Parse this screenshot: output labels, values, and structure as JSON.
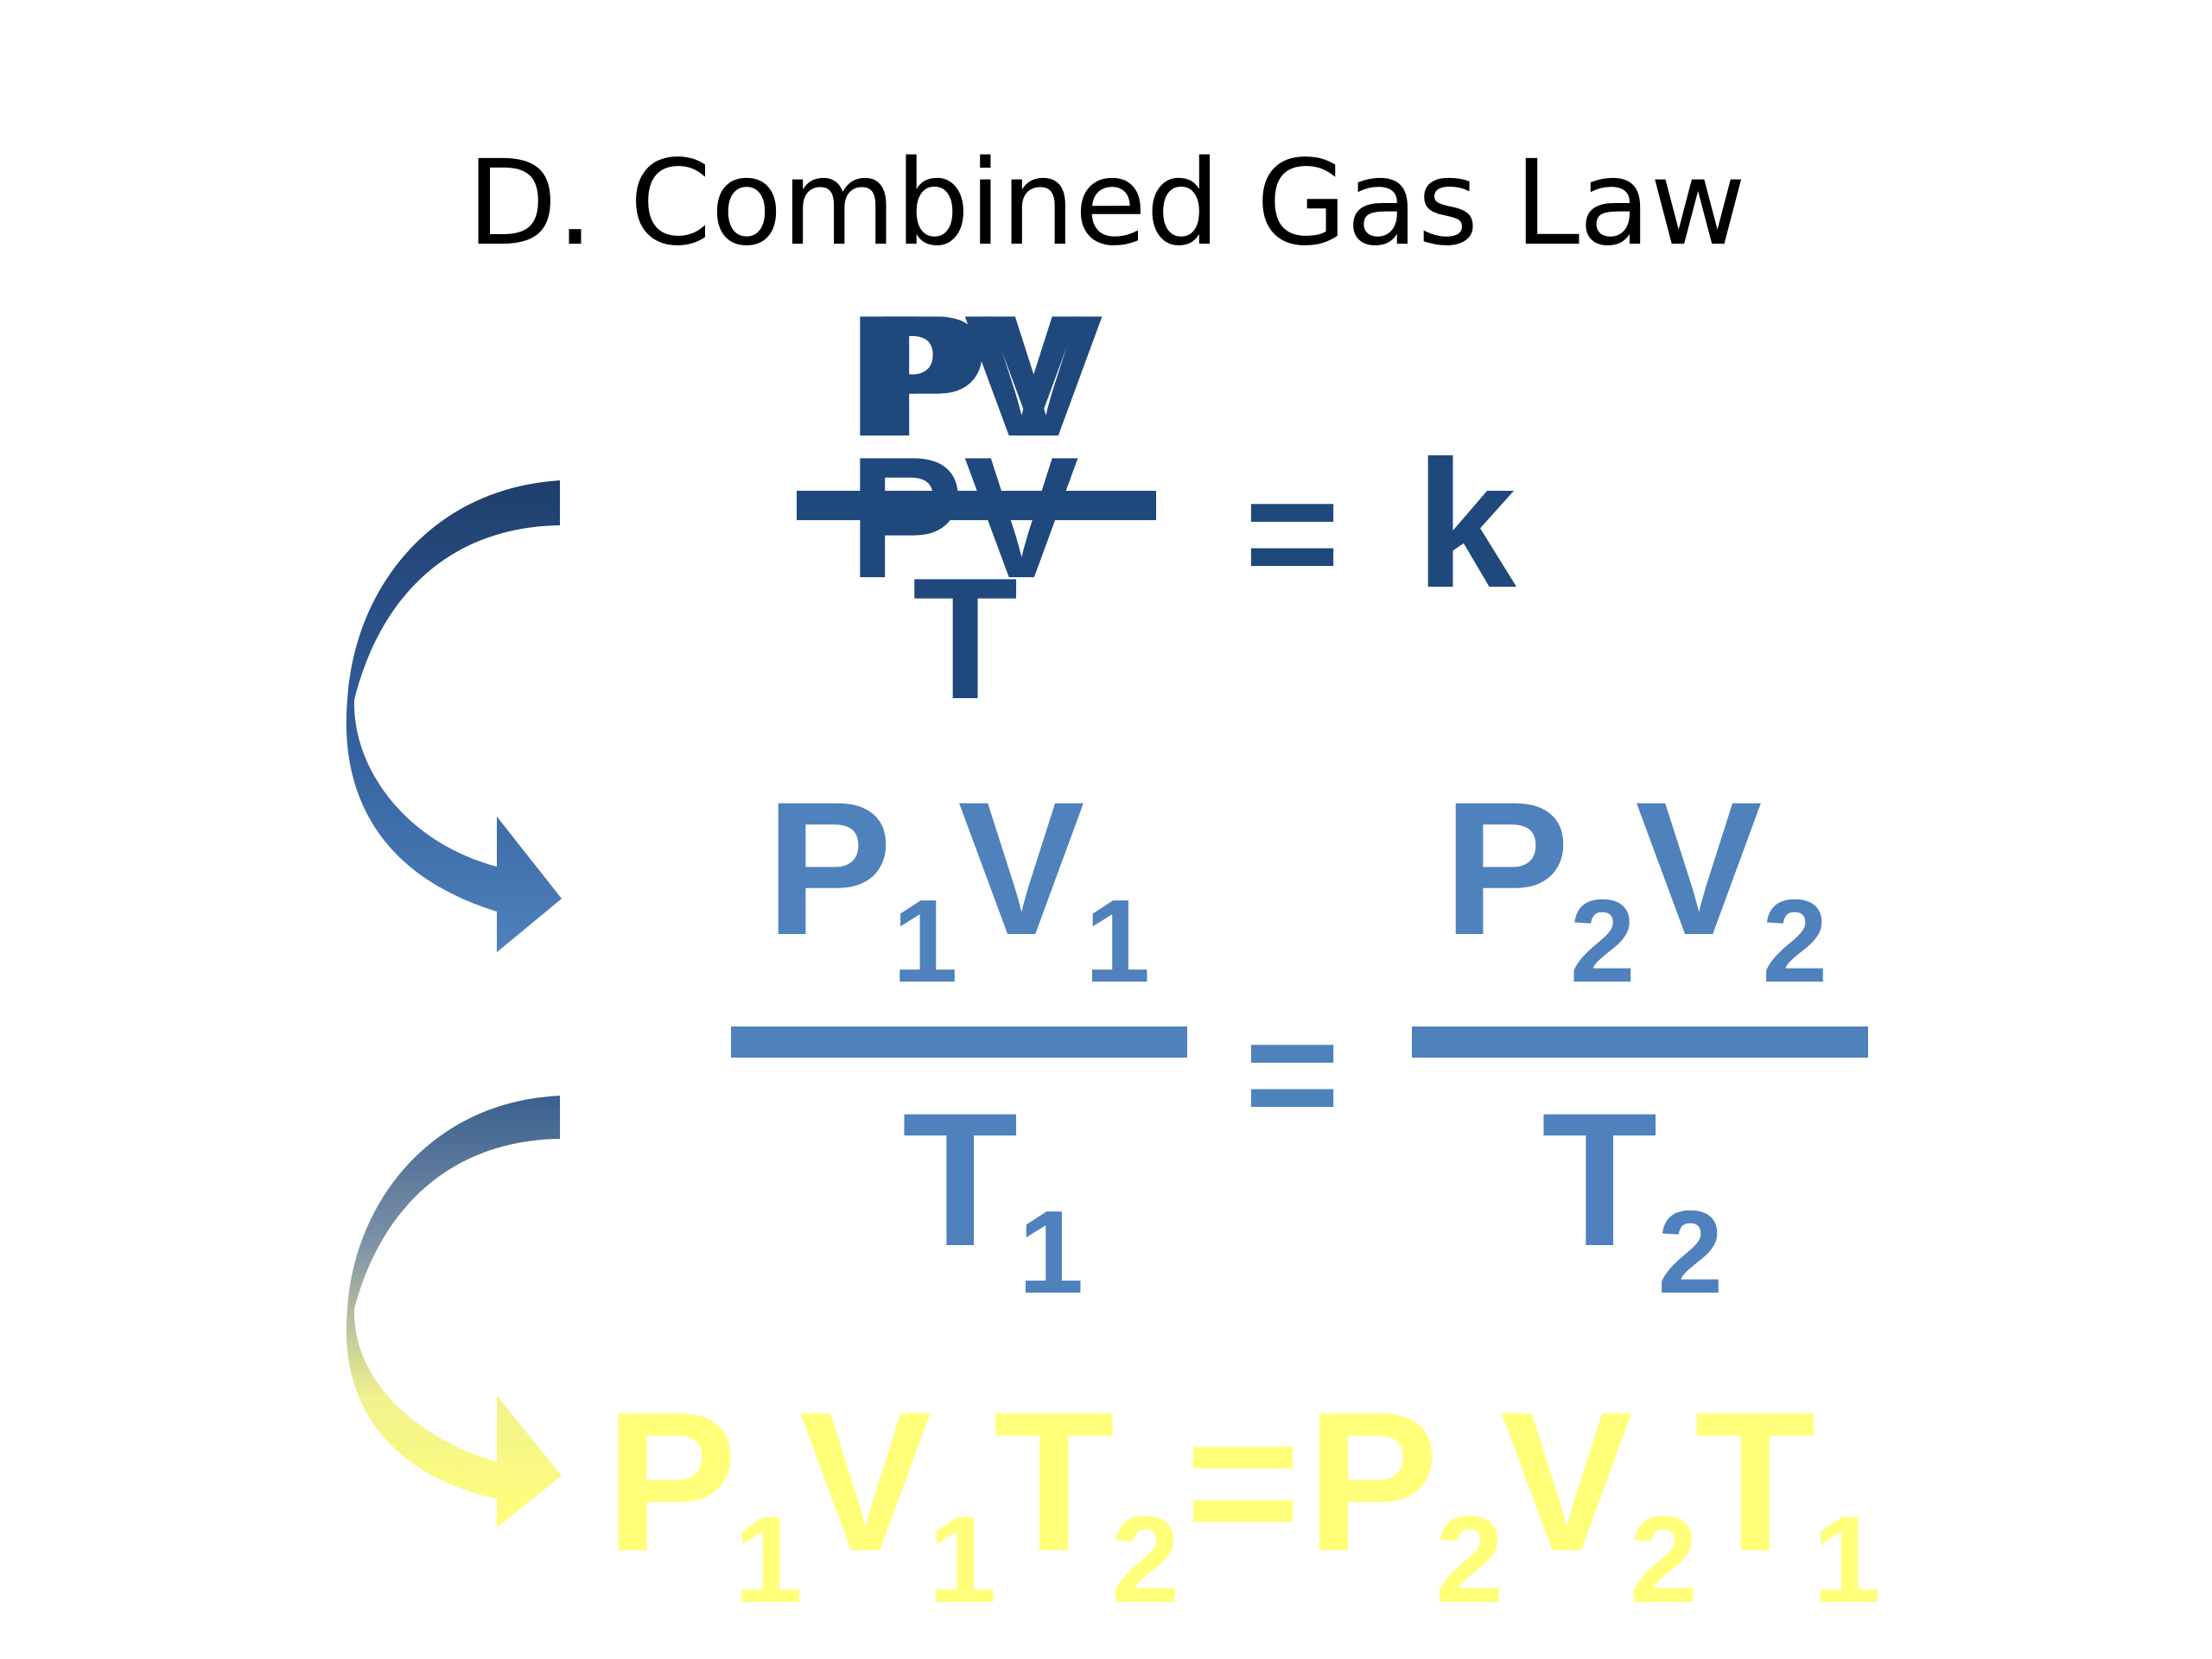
{
  "slide": {
    "title": "D. Combined Gas Law"
  },
  "colors": {
    "dark_blue": "#1f497d",
    "mid_blue": "#4f81bd",
    "yellow": "#ffff7a"
  },
  "icons": [
    "curved-arrow-icon",
    "curved-arrow-icon"
  ],
  "step1": {
    "numerator_a": "PV",
    "numerator_b": "PV",
    "denominator_a": "PV",
    "denominator_b": "T",
    "equals": "=",
    "constant": "k"
  },
  "step2": {
    "left_num_p": "P",
    "left_num_p_sub": "1",
    "left_num_v": "V",
    "left_num_v_sub": "1",
    "left_den_t": "T",
    "left_den_t_sub": "1",
    "equals": "=",
    "right_num_p": "P",
    "right_num_p_sub": "2",
    "right_num_v": "V",
    "right_num_v_sub": "2",
    "right_den_t": "T",
    "right_den_t_sub": "2"
  },
  "step3": {
    "p1": "P",
    "p1_sub": "1",
    "v1": "V",
    "v1_sub": "1",
    "t2": "T",
    "t2_sub": "2",
    "equals": "=",
    "p2": "P",
    "p2_sub": "2",
    "v2": "V",
    "v2_sub": "2",
    "t1": "T",
    "t1_sub": "1"
  }
}
